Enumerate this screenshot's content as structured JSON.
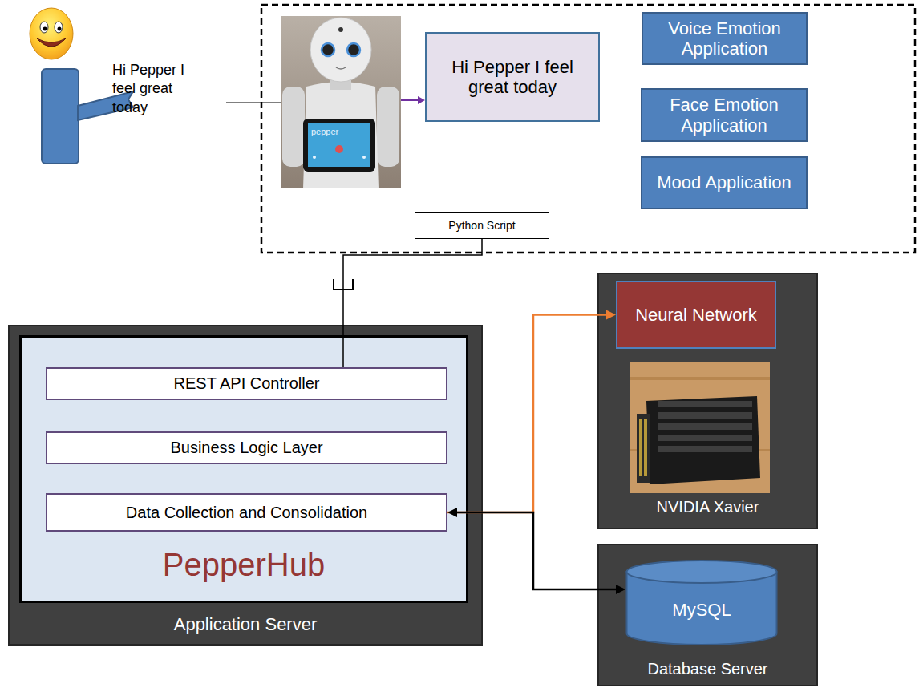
{
  "diagram": {
    "nodes": [
      {
        "text": [
          "Hi Pepper I feel great today"
        ]
      },
      {
        "text": [
          "Voice Emotion Application"
        ]
      },
      {
        "text": [
          "Face Emotion Application"
        ]
      },
      {
        "text": [
          "Mood Application"
        ]
      },
      {
        "text": [
          "Python Script"
        ]
      },
      {
        "text": [
          "Application Server"
        ]
      },
      {
        "text": [
          "PepperHub"
        ],
        "in": 5
      },
      {
        "text": [
          "REST API Controller"
        ],
        "in": 6
      },
      {
        "text": [
          "Business Logic Layer"
        ],
        "in": 6
      },
      {
        "text": [
          "Data Collection and Consolidation"
        ],
        "in": 6
      },
      {
        "text": [
          "NVIDIA Xavier"
        ]
      },
      {
        "text": [
          "Neural Network"
        ],
        "in": 10
      },
      {
        "text": [
          "Database Server"
        ]
      },
      {
        "text": [
          "MySQL"
        ],
        "in": 12
      }
    ],
    "edges": [
      {
        "from": 4,
        "to": 7,
        "arrow": "none"
      },
      {
        "from": 9,
        "to": 11,
        "arrow": "to"
      },
      {
        "from": 9,
        "to": 13,
        "arrow": "both"
      }
    ],
    "labels": [
      "Hi Pepper I feel great today",
      "pepper"
    ]
  }
}
